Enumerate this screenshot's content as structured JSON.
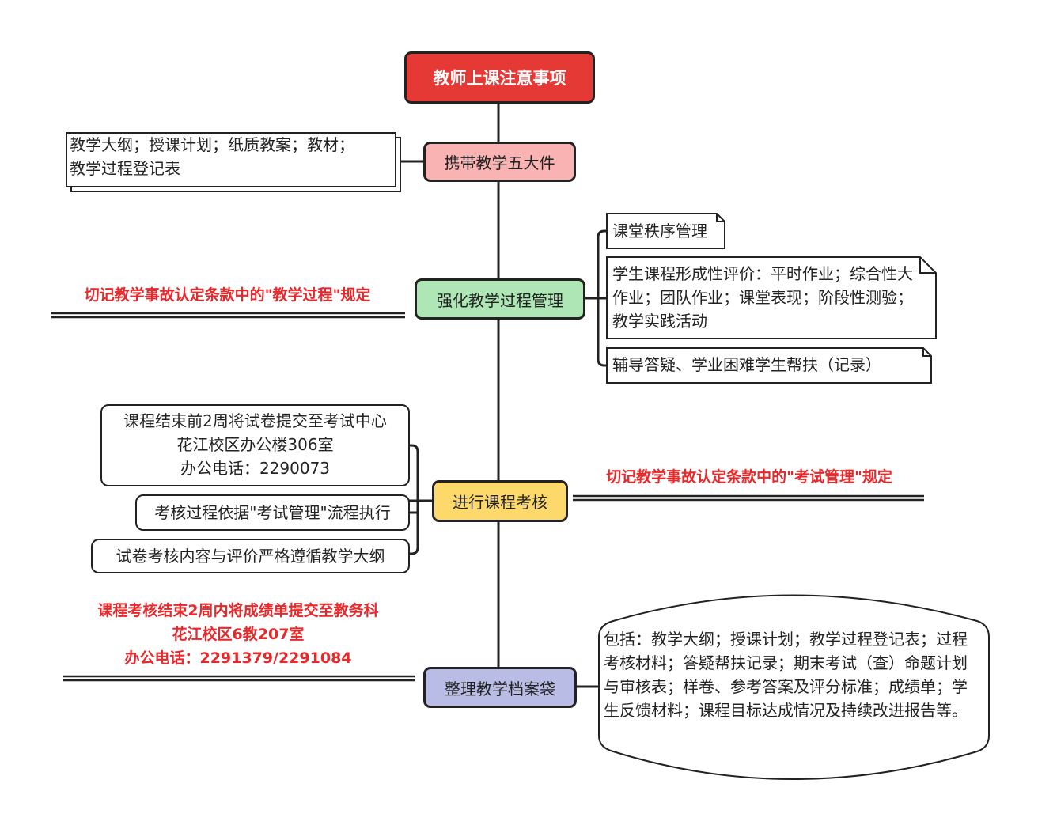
{
  "root": {
    "label": "教师上课注意事项",
    "color": "#e53935"
  },
  "branches": [
    {
      "label": "携带教学五大件",
      "color": "#f9b3b3",
      "details": [
        "教学大纲；授课计划；纸质教案；教材；",
        "教学过程登记表"
      ]
    },
    {
      "label": "强化教学过程管理",
      "color": "#aee6b5",
      "note": "切记教学事故认定条款中的\"教学过程\"规定",
      "items": [
        "课堂秩序管理",
        "学生课程形成性评价：平时作业；综合性大作业；团队作业；课堂表现；阶段性测验；教学实践活动",
        "辅导答疑、学业困难学生帮扶（记录）"
      ]
    },
    {
      "label": "进行课程考核",
      "color": "#fdd86a",
      "note": "切记教学事故认定条款中的\"考试管理\"规定",
      "items": [
        {
          "lines": [
            "课程结束前2周将试卷提交至考试中心",
            "花江校区办公楼306室",
            "办公电话：2290073"
          ]
        },
        {
          "lines": [
            "考核过程依据\"考试管理\"流程执行"
          ]
        },
        {
          "lines": [
            "试卷考核内容与评价严格遵循教学大纲"
          ]
        }
      ]
    },
    {
      "label": "整理教学档案袋",
      "color": "#b9bde6",
      "note": [
        "课程考核结束2周内将成绩单提交至教务科",
        "花江校区6教207室",
        "办公电话：2291379/2291084"
      ],
      "details": "包括：教学大纲；授课计划；教学过程登记表；过程考核材料；答疑帮扶记录；期末考试（查）命题计划与审核表；样卷、参考答案及评分标准；成绩单；学生反馈材料；课程目标达成情况及持续改进报告等。"
    }
  ],
  "note_color": "#e8282b"
}
